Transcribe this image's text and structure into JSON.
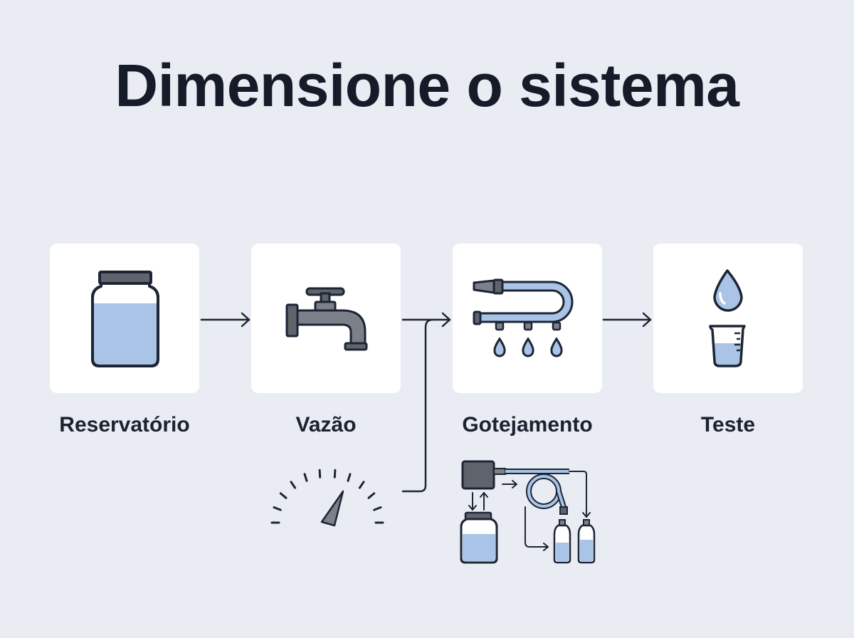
{
  "title": "Dimensione o sistema",
  "steps": [
    {
      "label": "Reservatório",
      "icon": "water-jar-icon"
    },
    {
      "label": "Vazão",
      "icon": "faucet-icon"
    },
    {
      "label": "Gotejamento",
      "icon": "drip-line-icon"
    },
    {
      "label": "Teste",
      "icon": "measuring-cup-icon"
    }
  ],
  "details": [
    {
      "icon": "pressure-gauge-icon"
    },
    {
      "icon": "pump-system-icon"
    }
  ],
  "colors": {
    "background": "#e9ecf2",
    "card": "#ffffff",
    "text": "#151b28",
    "outline": "#1d2535",
    "water": "#a9c4e6",
    "metal": "#7c8089"
  }
}
